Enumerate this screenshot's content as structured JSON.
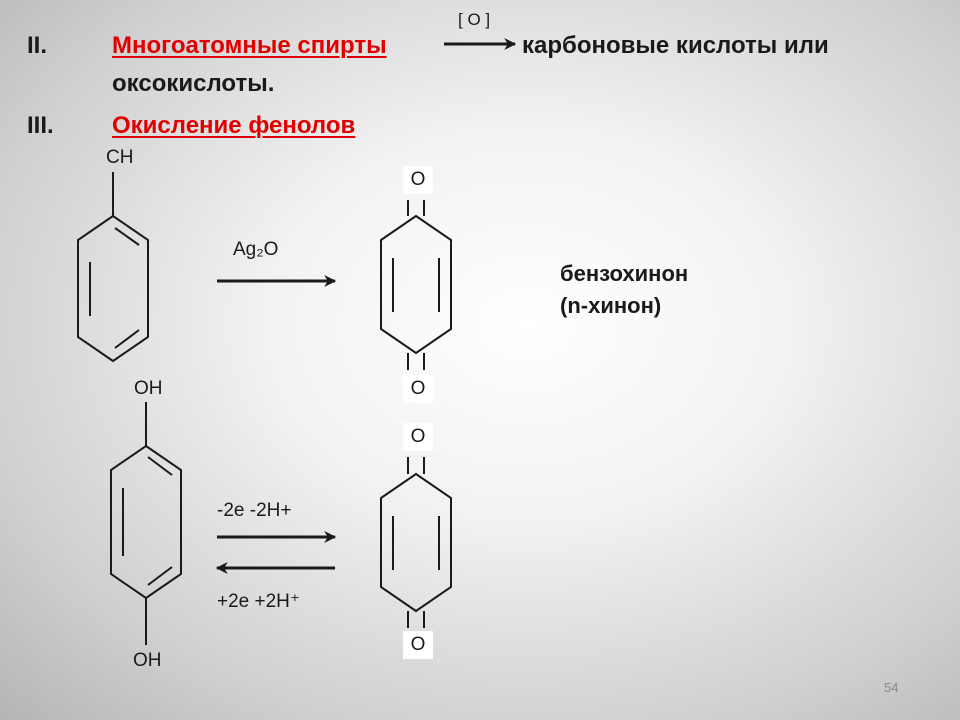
{
  "section2": {
    "numeral": "II.",
    "topic": "Многоатомные спирты",
    "reagent": "[ O ]",
    "product_line1": "карбоновые кислоты или",
    "product_line2": "оксокислоты."
  },
  "section3": {
    "numeral": "III.",
    "topic": "Окисление фенолов"
  },
  "reaction1": {
    "substituent_top": "CH",
    "reagent": "Ag₂O",
    "product_o_top": "O",
    "product_o_bottom": "O",
    "product_name_line1": "бензохинон",
    "product_name_line2": "(n-хинон)"
  },
  "reaction2": {
    "substituent_top": "OH",
    "substituent_bottom": "OH",
    "forward_label": "-2e -2H+",
    "reverse_label": "+2e +2H⁺",
    "product_o_top": "O",
    "product_o_bottom": "O"
  },
  "footer": {
    "page_number": "54"
  }
}
